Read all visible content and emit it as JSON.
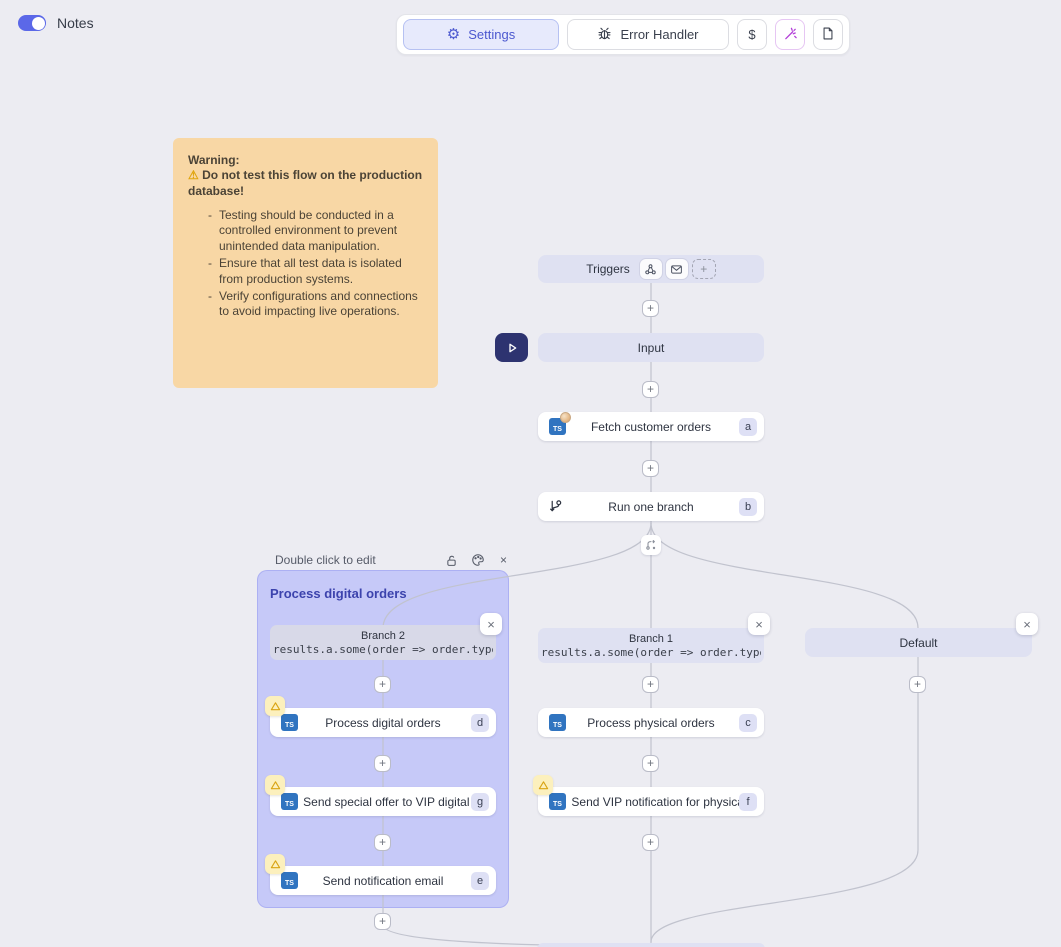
{
  "topbar": {
    "notes_label": "Notes",
    "settings_label": "Settings",
    "error_handler_label": "Error Handler",
    "dollar_label": "$"
  },
  "note": {
    "title": "Warning:",
    "warning_icon": "⚠",
    "warning_line": "Do not test this flow on the production database!",
    "bullets": [
      "Testing should be conducted in a controlled environment to prevent unintended data manipulation.",
      "Ensure that all test data is isolated from production systems.",
      "Verify configurations and connections to avoid impacting live operations."
    ]
  },
  "flow": {
    "triggers_label": "Triggers",
    "input_label": "Input",
    "group": {
      "hint": "Double click to edit",
      "title": "Process digital orders"
    },
    "branches": {
      "branch2": {
        "title": "Branch 2",
        "code": "results.a.some(order => order.type"
      },
      "branch1": {
        "title": "Branch 1",
        "code": "results.a.some(order => order.type"
      },
      "default": {
        "title": "Default"
      }
    },
    "nodes": {
      "fetch": {
        "label": "Fetch customer orders",
        "badge": "a"
      },
      "run_one_branch": {
        "label": "Run one branch",
        "badge": "b"
      },
      "process_digital": {
        "label": "Process digital orders",
        "badge": "d"
      },
      "send_special_offer": {
        "label": "Send special offer to VIP digital c...",
        "badge": "g"
      },
      "send_notification_email": {
        "label": "Send notification email",
        "badge": "e"
      },
      "process_physical": {
        "label": "Process physical orders",
        "badge": "c"
      },
      "send_vip_notification": {
        "label": "Send VIP notification for physical...",
        "badge": "f"
      }
    },
    "ts_icon_text": "TS"
  },
  "icons": {
    "gear": "⚙",
    "close": "×",
    "plus": "+"
  },
  "colors": {
    "canvas": "#ececf2",
    "accent": "#4b58cf",
    "group_fill": "#c6c9f8",
    "note_fill": "#f8d7a5",
    "node_lavender": "#dfe1f2",
    "warning_badge": "#fcf0bd",
    "wand_purple": "#b340d8",
    "play_navy": "#2d3370",
    "ts_blue": "#3074c0"
  }
}
